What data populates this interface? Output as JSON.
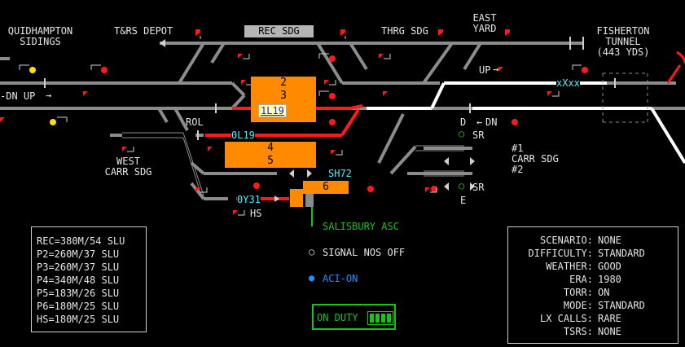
{
  "labels": {
    "quidhampton": "QUIDHAMPTON\nSIDINGS",
    "trs_depot": "T&RS DEPOT",
    "rec_sdg": "REC SDG",
    "thrg_sdg": "THRG SDG",
    "east_yard": "EAST\nYARD",
    "fisherton": "FISHERTON\nTUNNEL\n(443 YDS)",
    "dn_up": "-DN UP",
    "up_arrow": "UP",
    "dn_arrow": "DN",
    "rol": "ROL",
    "west_carr": "WEST\nCARR SDG",
    "hs": "HS",
    "d": "D",
    "sr1": "SR",
    "sr2": "SR",
    "e": "E",
    "carr_sdg": "#1\nCARR SDG\n#2",
    "xxx": "xXxx"
  },
  "platforms": {
    "p2": "2",
    "p3": "3",
    "p4": "4",
    "p5": "5",
    "p6": "6"
  },
  "berths": {
    "b1l19": "1L19",
    "b0l19": "0L19",
    "bsh72": "SH72",
    "b0y31": "0Y31"
  },
  "legend": {
    "salisbury_asc": "SALISBURY ASC",
    "signal_nos": "SIGNAL NOS OFF",
    "aci_on": "ACI-ON"
  },
  "duty": {
    "label": "ON DUTY"
  },
  "platform_lengths": [
    "REC=380M/54 SLU",
    "P2=260M/37 SLU",
    "P3=260M/37 SLU",
    "P4=340M/48 SLU",
    "P5=183M/26 SLU",
    "P6=180M/25 SLU",
    "HS=180M/25 SLU"
  ],
  "scenario": [
    {
      "k": "SCENARIO:",
      "v": "NONE"
    },
    {
      "k": "DIFFICULTY:",
      "v": "STANDARD"
    },
    {
      "k": "WEATHER:",
      "v": "GOOD"
    },
    {
      "k": "ERA:",
      "v": "1980"
    },
    {
      "k": "TORR:",
      "v": "ON"
    },
    {
      "k": "MODE:",
      "v": "STANDARD"
    },
    {
      "k": "LX CALLS:",
      "v": "RARE"
    },
    {
      "k": "TSRS:",
      "v": "NONE"
    }
  ],
  "colors": {
    "track": "#8c8c8c",
    "route_red": "#ff1a1a",
    "route_white": "#ffffff",
    "platform": "#ff8a00",
    "berth_text": "#4ff0ff",
    "asc_green": "#19c419",
    "aci_blue": "#1e90ff"
  }
}
